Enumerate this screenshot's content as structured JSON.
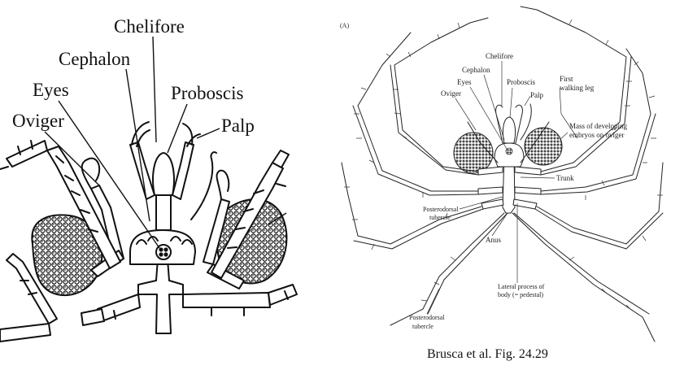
{
  "left_figure": {
    "labels": {
      "chelifore": "Chelifore",
      "cephalon": "Cephalon",
      "eyes": "Eyes",
      "proboscis": "Proboscis",
      "oviger": "Oviger",
      "palp": "Palp"
    }
  },
  "right_figure": {
    "panel_letter": "(A)",
    "labels": {
      "chelifore": "Chelifore",
      "cephalon": "Cephalon",
      "eyes": "Eyes",
      "proboscis": "Proboscis",
      "oviger": "Oviger",
      "palp": "Palp",
      "first_walking_leg_1": "First",
      "first_walking_leg_2": "walking leg",
      "embryo_mass_1": "Mass of developing",
      "embryo_mass_2": "embryos on oviger",
      "trunk": "Trunk",
      "posterodorsal_1_a": "Posterodorsal",
      "posterodorsal_1_b": "tubercle",
      "anus": "Anus",
      "lateral_process_1": "Lateral process of",
      "lateral_process_2": "body (= pedestal)",
      "posterodorsal_2_a": "Posterodorsal",
      "posterodorsal_2_b": "tubercle"
    }
  },
  "caption": "Brusca et al. Fig. 24.29"
}
